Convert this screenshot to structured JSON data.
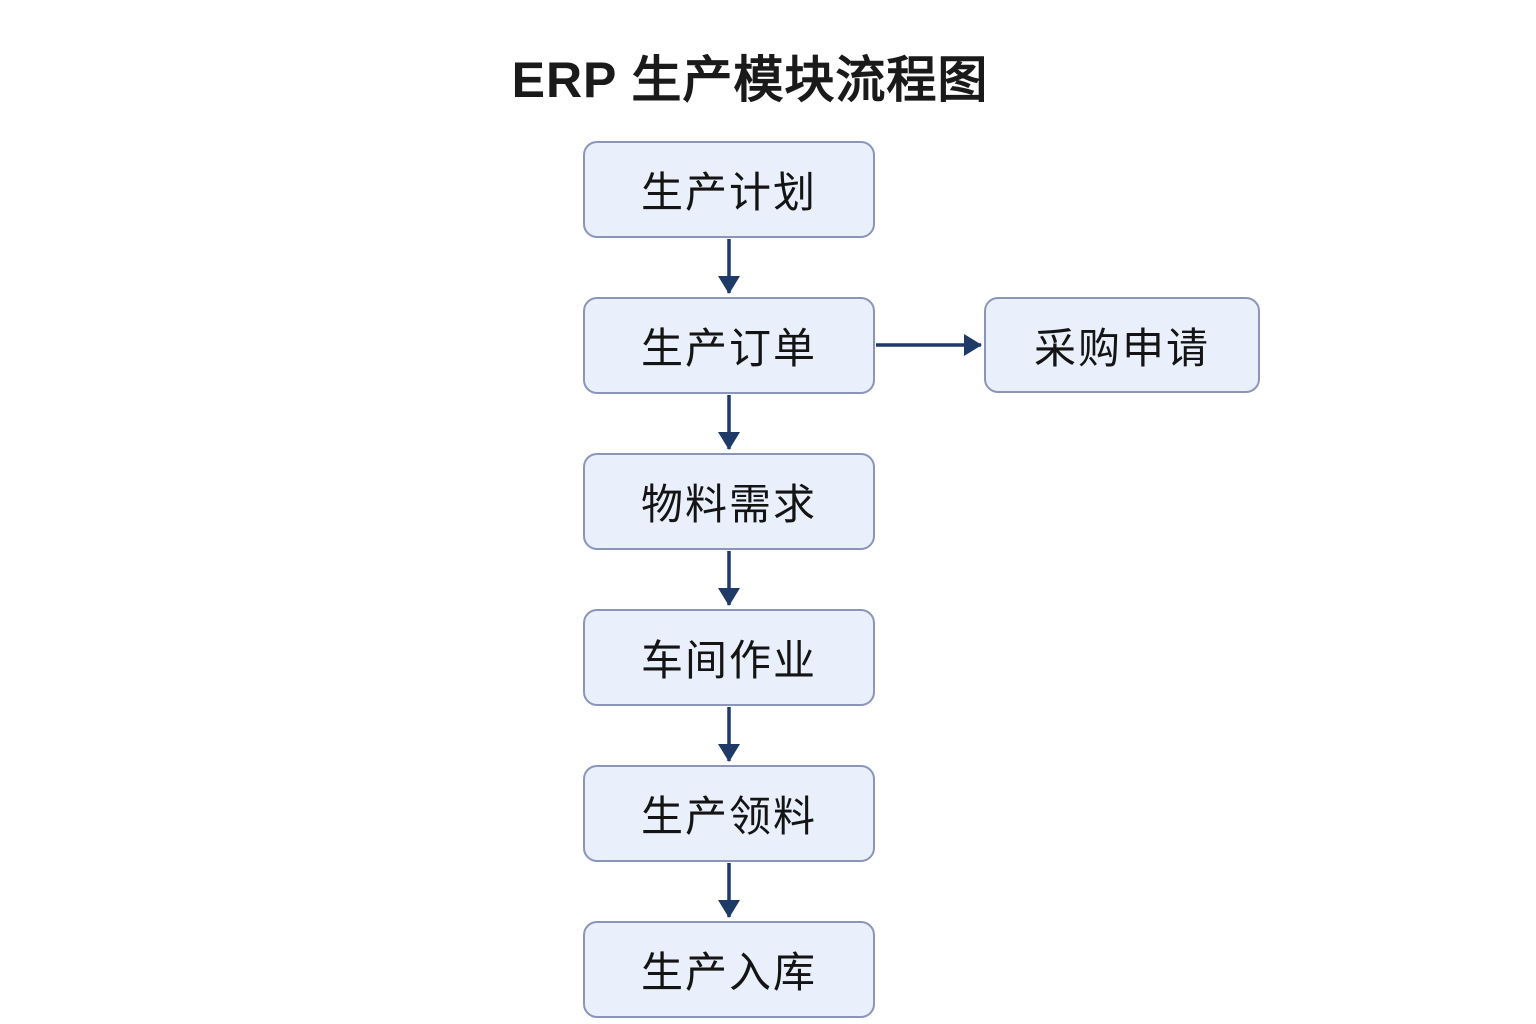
{
  "title": "ERP 生产模块流程图",
  "colors": {
    "background": "#ffffff",
    "node_fill": "#e9effb",
    "node_border": "#8b95b8",
    "arrow": "#1f3a66",
    "title_text": "#1a1a1a",
    "node_text": "#141414"
  },
  "nodes": [
    {
      "id": "production-plan",
      "label": "生产计划"
    },
    {
      "id": "production-order",
      "label": "生产订单"
    },
    {
      "id": "purchase-request",
      "label": "采购申请"
    },
    {
      "id": "material-requirements",
      "label": "物料需求"
    },
    {
      "id": "shop-floor-operations",
      "label": "车间作业"
    },
    {
      "id": "production-picking",
      "label": "生产领料"
    },
    {
      "id": "production-warehousing",
      "label": "生产入库"
    }
  ],
  "edges": [
    {
      "from": "production-plan",
      "to": "production-order"
    },
    {
      "from": "production-order",
      "to": "purchase-request"
    },
    {
      "from": "production-order",
      "to": "material-requirements"
    },
    {
      "from": "material-requirements",
      "to": "shop-floor-operations"
    },
    {
      "from": "shop-floor-operations",
      "to": "production-picking"
    },
    {
      "from": "production-picking",
      "to": "production-warehousing"
    }
  ]
}
